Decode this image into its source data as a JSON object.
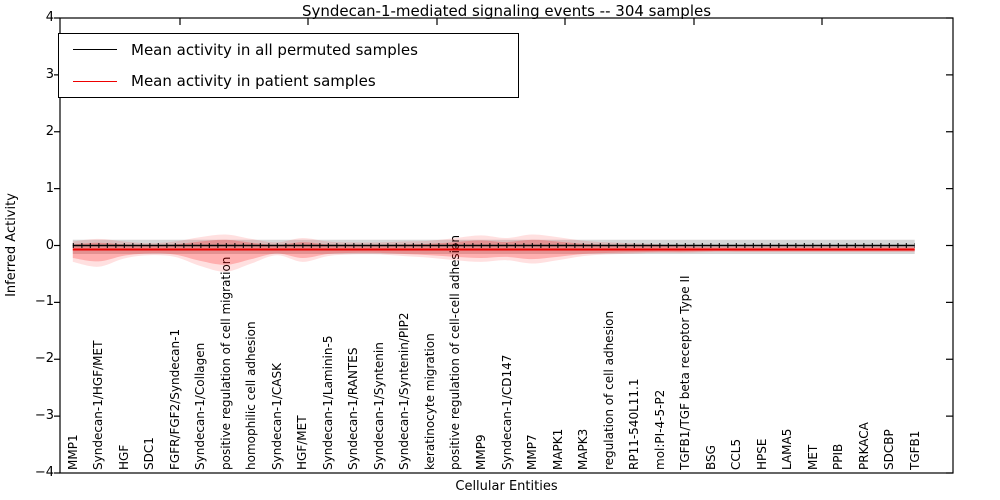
{
  "chart_data": {
    "type": "line",
    "title": "Syndecan-1-mediated signaling events -- 304 samples",
    "xlabel": "Cellular Entities",
    "ylabel": "Inferred Activity",
    "ylim": [
      -4,
      4
    ],
    "yticks": [
      4,
      3,
      2,
      1,
      0,
      -1,
      -2,
      -3,
      -4
    ],
    "grid": false,
    "legend_position": "upper left",
    "categories": [
      "MMP1",
      "Syndecan-1/HGF/MET",
      "HGF",
      "SDC1",
      "FGFR/FGF2/Syndecan-1",
      "Syndecan-1/Collagen",
      "positive regulation of cell migration",
      "homophilic cell adhesion",
      "Syndecan-1/CASK",
      "HGF/MET",
      "Syndecan-1/Laminin-5",
      "Syndecan-1/RANTES",
      "Syndecan-1/Syntenin",
      "Syndecan-1/Syntenin/PIP2",
      "keratinocyte migration",
      "positive regulation of cell-cell adhesion",
      "MMP9",
      "Syndecan-1/CD147",
      "MMP7",
      "MAPK1",
      "MAPK3",
      "regulation of cell adhesion",
      "RP11-540L11.1",
      "mol:PI-4-5-P2",
      "TGFB1/TGF beta receptor Type II",
      "BSG",
      "CCL5",
      "HPSE",
      "LAMA5",
      "MET",
      "PPIB",
      "PRKACA",
      "SDCBP",
      "TGFB1"
    ],
    "series": [
      {
        "name": "Mean activity in all permuted samples",
        "line_color": "#000000",
        "band_color": "rgba(0,0,0,0.16)",
        "mean": [
          0,
          0,
          0,
          0,
          0,
          0,
          0,
          0,
          0,
          0,
          0,
          0,
          0,
          0,
          0,
          0,
          0,
          0,
          0,
          0,
          0,
          0,
          0,
          0,
          0,
          0,
          0,
          0,
          0,
          0,
          0,
          0,
          0,
          0
        ],
        "band_upper": [
          0.1,
          0.1,
          0.1,
          0.1,
          0.1,
          0.1,
          0.1,
          0.1,
          0.1,
          0.1,
          0.1,
          0.1,
          0.1,
          0.1,
          0.1,
          0.1,
          0.1,
          0.1,
          0.1,
          0.1,
          0.1,
          0.1,
          0.1,
          0.1,
          0.1,
          0.1,
          0.1,
          0.1,
          0.1,
          0.1,
          0.1,
          0.1,
          0.1,
          0.1
        ],
        "band_lower": [
          -0.15,
          -0.15,
          -0.15,
          -0.15,
          -0.15,
          -0.15,
          -0.15,
          -0.15,
          -0.15,
          -0.15,
          -0.15,
          -0.15,
          -0.15,
          -0.15,
          -0.15,
          -0.15,
          -0.15,
          -0.15,
          -0.15,
          -0.15,
          -0.15,
          -0.15,
          -0.15,
          -0.15,
          -0.15,
          -0.15,
          -0.15,
          -0.15,
          -0.15,
          -0.15,
          -0.15,
          -0.15,
          -0.15,
          -0.15
        ]
      },
      {
        "name": "Mean activity in patient samples",
        "line_color": "#ee0000",
        "band_color": "rgba(255,0,0,0.22)",
        "outer_band_color": "rgba(255,0,0,0.12)",
        "mean": [
          -0.07,
          -0.07,
          -0.07,
          -0.07,
          -0.07,
          -0.07,
          -0.07,
          -0.07,
          -0.07,
          -0.07,
          -0.07,
          -0.07,
          -0.07,
          -0.07,
          -0.07,
          -0.07,
          -0.07,
          -0.07,
          -0.07,
          -0.07,
          -0.07,
          -0.07,
          -0.07,
          -0.07,
          -0.07,
          -0.07,
          -0.07,
          -0.07,
          -0.07,
          -0.07,
          -0.07,
          -0.07,
          -0.07,
          -0.07
        ],
        "band_upper": [
          0.02,
          0.05,
          0.02,
          0,
          0.02,
          0.07,
          0.1,
          0.05,
          0.01,
          0.06,
          0.02,
          0.01,
          0.01,
          0.02,
          0.03,
          0.06,
          0.09,
          0.06,
          0.1,
          0.07,
          0.03,
          0.01,
          0,
          -0.01,
          -0.02,
          -0.03,
          -0.03,
          -0.03,
          -0.03,
          -0.03,
          -0.03,
          -0.03,
          -0.03,
          -0.03
        ],
        "band_lower": [
          -0.22,
          -0.28,
          -0.18,
          -0.14,
          -0.16,
          -0.27,
          -0.34,
          -0.24,
          -0.14,
          -0.22,
          -0.15,
          -0.13,
          -0.13,
          -0.15,
          -0.17,
          -0.2,
          -0.22,
          -0.2,
          -0.24,
          -0.2,
          -0.15,
          -0.13,
          -0.12,
          -0.11,
          -0.11,
          -0.1,
          -0.1,
          -0.1,
          -0.1,
          -0.1,
          -0.1,
          -0.1,
          -0.1,
          -0.1
        ]
      }
    ]
  }
}
